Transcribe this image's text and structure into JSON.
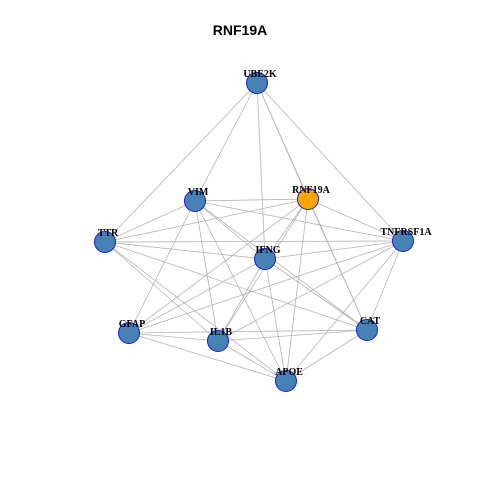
{
  "title": "RNF19A",
  "colors": {
    "default_node": "#4682b4",
    "focus_node": "#ffa500",
    "node_border": "#1a1acc",
    "edge": "#b4b4b4"
  },
  "nodes": [
    {
      "id": "UBE2K",
      "label": "UBE2K",
      "focus": false
    },
    {
      "id": "RNF19A",
      "label": "RNF19A",
      "focus": true
    },
    {
      "id": "VIM",
      "label": "VIM",
      "focus": false
    },
    {
      "id": "TTR",
      "label": "TTR",
      "focus": false
    },
    {
      "id": "TNFRSF1A",
      "label": "TNFRSF1A",
      "focus": false
    },
    {
      "id": "IFNG",
      "label": "IFNG",
      "focus": false
    },
    {
      "id": "GFAP",
      "label": "GFAP",
      "focus": false
    },
    {
      "id": "CAT",
      "label": "CAT",
      "focus": false
    },
    {
      "id": "IL1B",
      "label": "IL1B",
      "focus": false
    },
    {
      "id": "APOE",
      "label": "APOE",
      "focus": false
    }
  ],
  "edges": [
    [
      "UBE2K",
      "VIM"
    ],
    [
      "UBE2K",
      "TTR"
    ],
    [
      "UBE2K",
      "RNF19A"
    ],
    [
      "UBE2K",
      "TNFRSF1A"
    ],
    [
      "UBE2K",
      "IFNG"
    ],
    [
      "UBE2K",
      "CAT"
    ],
    [
      "VIM",
      "RNF19A"
    ],
    [
      "VIM",
      "TTR"
    ],
    [
      "VIM",
      "IFNG"
    ],
    [
      "VIM",
      "GFAP"
    ],
    [
      "VIM",
      "IL1B"
    ],
    [
      "VIM",
      "APOE"
    ],
    [
      "VIM",
      "CAT"
    ],
    [
      "VIM",
      "TNFRSF1A"
    ],
    [
      "RNF19A",
      "TTR"
    ],
    [
      "RNF19A",
      "IFNG"
    ],
    [
      "RNF19A",
      "GFAP"
    ],
    [
      "RNF19A",
      "IL1B"
    ],
    [
      "RNF19A",
      "APOE"
    ],
    [
      "RNF19A",
      "CAT"
    ],
    [
      "RNF19A",
      "TNFRSF1A"
    ],
    [
      "TTR",
      "IFNG"
    ],
    [
      "TTR",
      "TNFRSF1A"
    ],
    [
      "TTR",
      "IL1B"
    ],
    [
      "TTR",
      "APOE"
    ],
    [
      "TTR",
      "CAT"
    ],
    [
      "IFNG",
      "TNFRSF1A"
    ],
    [
      "IFNG",
      "GFAP"
    ],
    [
      "IFNG",
      "IL1B"
    ],
    [
      "IFNG",
      "APOE"
    ],
    [
      "IFNG",
      "CAT"
    ],
    [
      "TNFRSF1A",
      "GFAP"
    ],
    [
      "TNFRSF1A",
      "IL1B"
    ],
    [
      "TNFRSF1A",
      "APOE"
    ],
    [
      "TNFRSF1A",
      "CAT"
    ],
    [
      "GFAP",
      "IL1B"
    ],
    [
      "GFAP",
      "APOE"
    ],
    [
      "GFAP",
      "CAT"
    ],
    [
      "IL1B",
      "APOE"
    ],
    [
      "IL1B",
      "CAT"
    ],
    [
      "APOE",
      "CAT"
    ]
  ]
}
